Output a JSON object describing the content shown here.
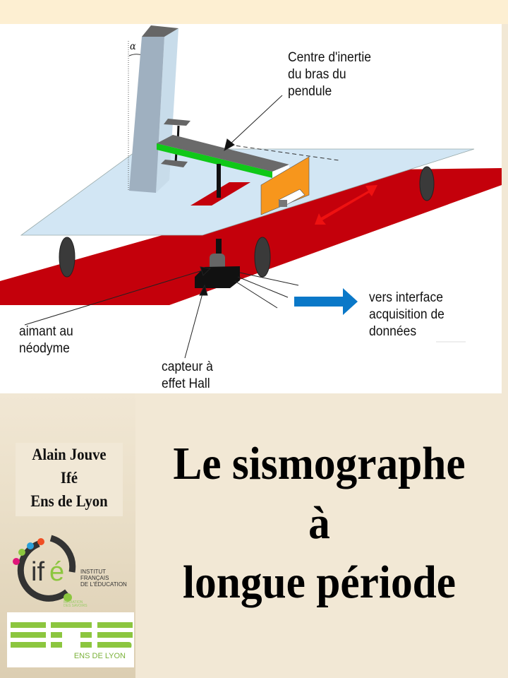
{
  "diagram": {
    "labels": {
      "alpha": "α",
      "centre_line1": "Centre d'inertie",
      "centre_line2": "du bras du",
      "centre_line3": "pendule",
      "interface_line1": "vers interface",
      "interface_line2": "acquisition de",
      "interface_line3": "données",
      "aimant_line1": "aimant au",
      "aimant_line2": "néodyme",
      "capteur_line1": "capteur à",
      "capteur_line2": "effet Hall"
    },
    "colors": {
      "floor": "#c4000b",
      "platform": "#d2e6f4",
      "column": "#9fb0c0",
      "arm_edge": "#10c818",
      "plate": "#f7961c",
      "arrow_motion": "#ee1111",
      "arrow_output": "#0a78c8"
    }
  },
  "author": {
    "line1": "Alain Jouve",
    "line2": "Ifé",
    "line3": "Ens de Lyon"
  },
  "title": {
    "line1": "Le sismographe",
    "line2": "à",
    "line3": "longue période"
  },
  "logos": {
    "ife_mark": "ifé",
    "ife_text1": "INSTITUT",
    "ife_text2": "FRANÇAIS",
    "ife_text3": "DE L'ÉDUCATION",
    "ife_sub1": "MÉDIATION",
    "ife_sub2": "DES SAVOIRS",
    "ens_caption": "ENS DE LYON"
  }
}
